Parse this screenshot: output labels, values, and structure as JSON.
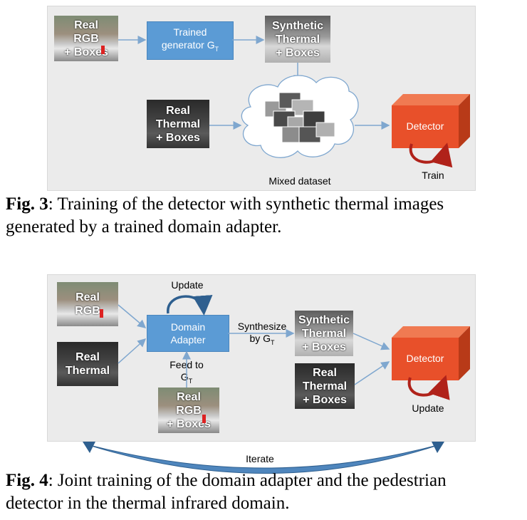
{
  "fig3": {
    "rgb_image": [
      "Real",
      "RGB",
      "+ Boxes"
    ],
    "generator": {
      "line1": "Trained",
      "line2": "generator G",
      "sub": "T"
    },
    "synthetic_image": [
      "Synthetic",
      "Thermal",
      "+ Boxes"
    ],
    "real_thermal_image": [
      "Real",
      "Thermal",
      "+ Boxes"
    ],
    "mixed_label": "Mixed dataset",
    "detector_label": "Detector",
    "train_label": "Train",
    "caption_prefix": "Fig. 3",
    "caption_line1": ": Training of the detector with synthetic thermal images",
    "caption_line2": "generated by a trained domain adapter."
  },
  "fig4": {
    "real_rgb": [
      "Real",
      "RGB"
    ],
    "real_thermal": [
      "Real",
      "Thermal"
    ],
    "update_top": "Update",
    "domain_adapter": [
      "Domain",
      "Adapter"
    ],
    "synthesize": {
      "line1": "Synthesize",
      "line2": "by G",
      "sub": "T"
    },
    "synthetic_image": [
      "Synthetic",
      "Thermal",
      "+ Boxes"
    ],
    "real_thermal_boxes": [
      "Real",
      "Thermal",
      "+ Boxes"
    ],
    "feed": {
      "line1": "Feed  to",
      "line2": "G",
      "sub": "T"
    },
    "rgb_boxes": [
      "Real",
      "RGB",
      "+ Boxes"
    ],
    "detector_label": "Detector",
    "update_label": "Update",
    "iterate_label": "Iterate",
    "caption_prefix": "Fig. 4",
    "caption_line1": ": Joint training of the domain adapter and the pedestrian",
    "caption_line2": "detector in the thermal infrared domain."
  },
  "colors": {
    "panel": "#ebebeb",
    "blue_box": "#5b9bd5",
    "detector": "#e8502a",
    "arrow": "#7fa7cf",
    "cycle_arrow": "#c0392b"
  }
}
